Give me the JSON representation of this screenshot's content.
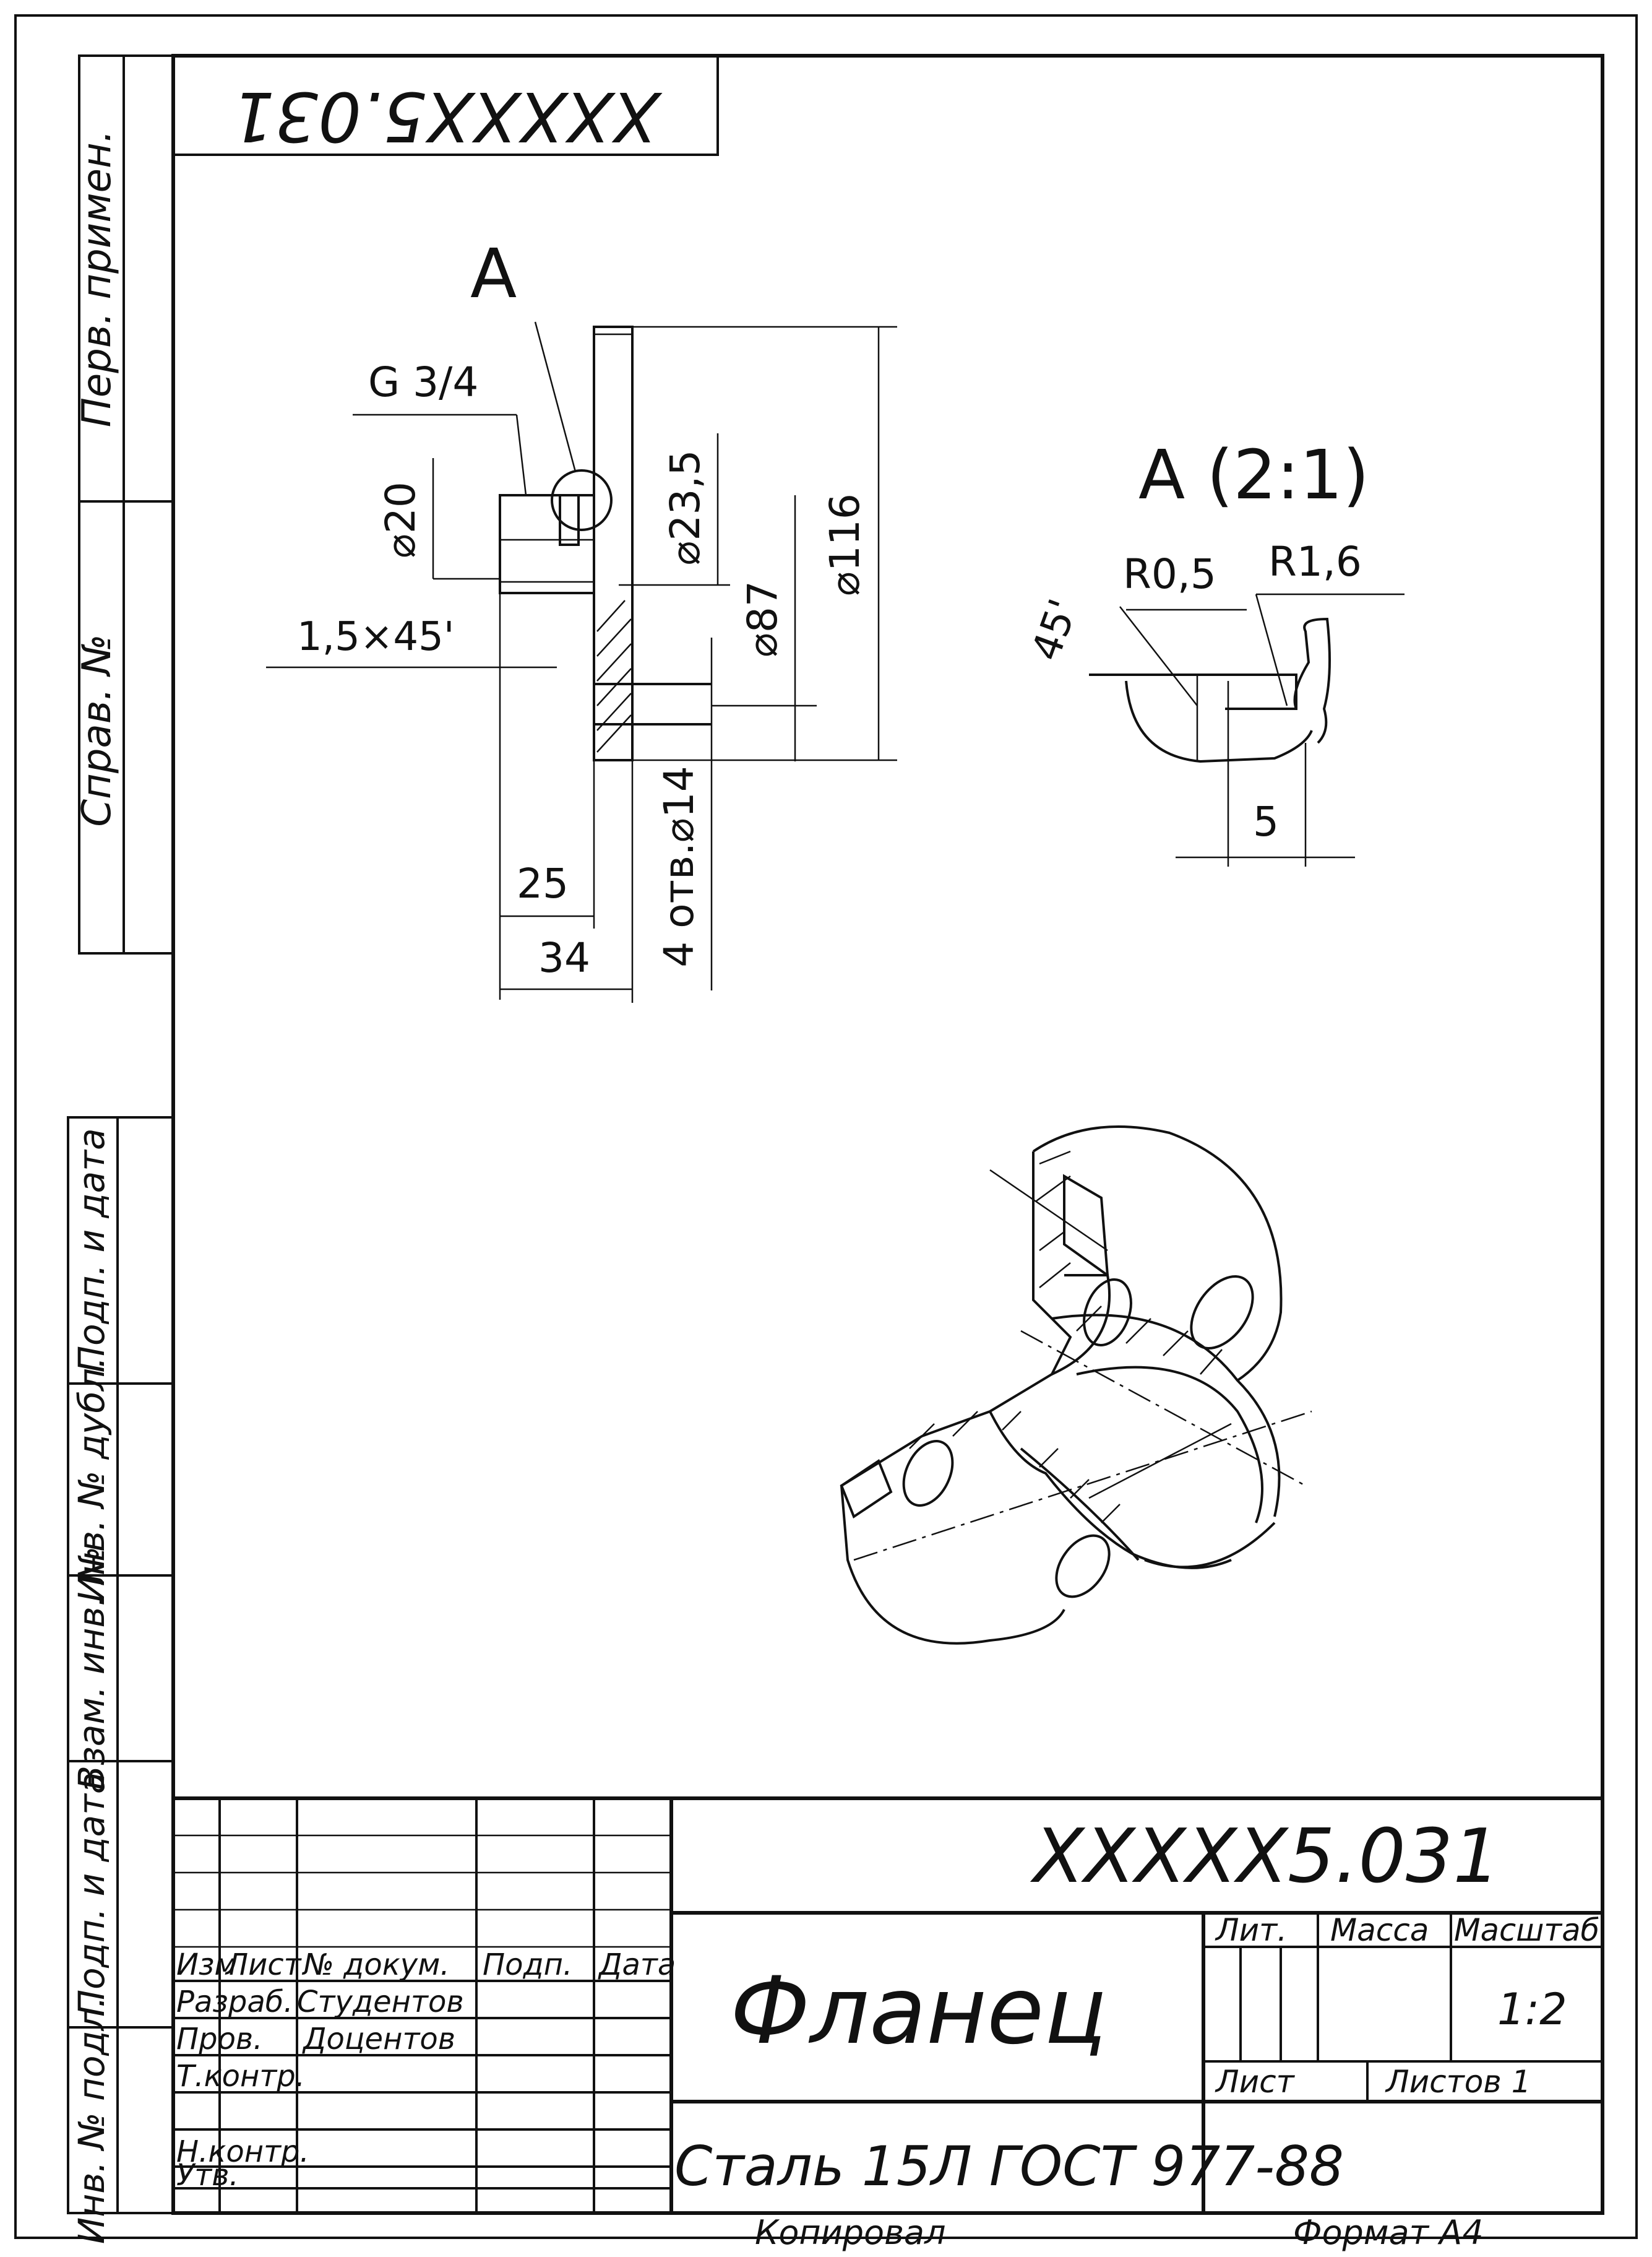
{
  "drawing_number": "XXXXX5.031",
  "drawing_number_stamp": "XXXXX5.031",
  "part_name": "Фланец",
  "material": "Сталь 15Л ГОСТ 977-88",
  "side_columns": {
    "perv_primen": "Перв. примен.",
    "sprav_no": "Справ. №",
    "podp_i_data_top": "Подп. и дата",
    "inv_no_dubl": "Инв. № дубл.",
    "vzam_inv_no": "Взам. инв. №",
    "podp_i_data_bottom": "Подп. и дата",
    "inv_no_podl": "Инв. № подл."
  },
  "title_block": {
    "headers": {
      "izm": "Изм",
      "list": "Лист",
      "no_dokum": "№ докум.",
      "podp": "Подп.",
      "data": "Дата"
    },
    "rows": [
      {
        "role": "Разраб.",
        "name": "Студентов"
      },
      {
        "role": "Пров.",
        "name": "Доцентов"
      },
      {
        "role": "Т.контр.",
        "name": ""
      },
      {
        "role": "Н.контр.",
        "name": ""
      },
      {
        "role": "Утв.",
        "name": ""
      }
    ],
    "lit_label": "Лит.",
    "massa_label": "Масса",
    "masshtab_label": "Масштаб",
    "scale": "1:2",
    "list_label": "Лист",
    "listov_label": "Листов 1"
  },
  "footer": {
    "kopiroval": "Копировал",
    "format": "Формат А4"
  },
  "section_view": {
    "label_a": "А",
    "thread": "G 3/4",
    "dims": {
      "d20": "⌀20",
      "d23_5": "⌀23,5",
      "d87": "⌀87",
      "d116": "⌀116",
      "chamfer": "1,5×45'",
      "holes": "4 отв.⌀14",
      "len25": "25",
      "len34": "34"
    }
  },
  "detail_view": {
    "title": "А (2:1)",
    "r05": "R0,5",
    "r16": "R1,6",
    "angle": "45'",
    "width": "5"
  },
  "isometric_view": {
    "note": ""
  }
}
